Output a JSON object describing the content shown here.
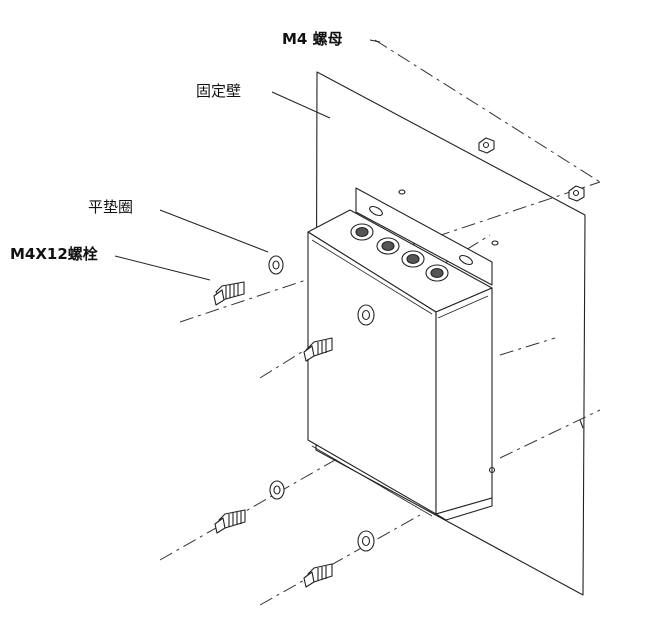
{
  "labels": {
    "nut": "M4 螺母",
    "wall": "固定壁",
    "washer": "平垫圈",
    "bolt": "M4X12螺栓"
  },
  "colors": {
    "line": "#222222",
    "dash": "#333333",
    "fill": "#ffffff"
  }
}
